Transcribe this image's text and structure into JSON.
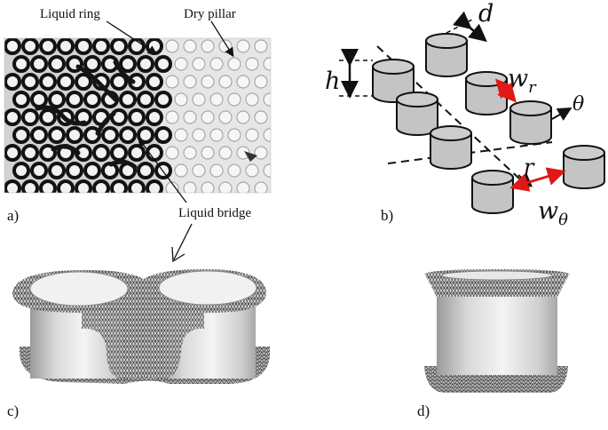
{
  "panels": {
    "a": "a)",
    "b": "b)",
    "c": "c)",
    "d": "d)"
  },
  "annotations": {
    "liquid_ring": "Liquid ring",
    "dry_pillar": "Dry pillar",
    "liquid_bridge": "Liquid bridge"
  },
  "symbols": {
    "d": "d",
    "h": "h",
    "w_r": "w",
    "w_r_sub": "r",
    "theta": "θ",
    "r": "r",
    "w_theta": "w",
    "w_theta_sub": "θ"
  },
  "colors": {
    "pillar_fill": "#c4c4c4",
    "highlight_arrow": "#e01818",
    "mesh_dark": "#3a3a3a"
  }
}
